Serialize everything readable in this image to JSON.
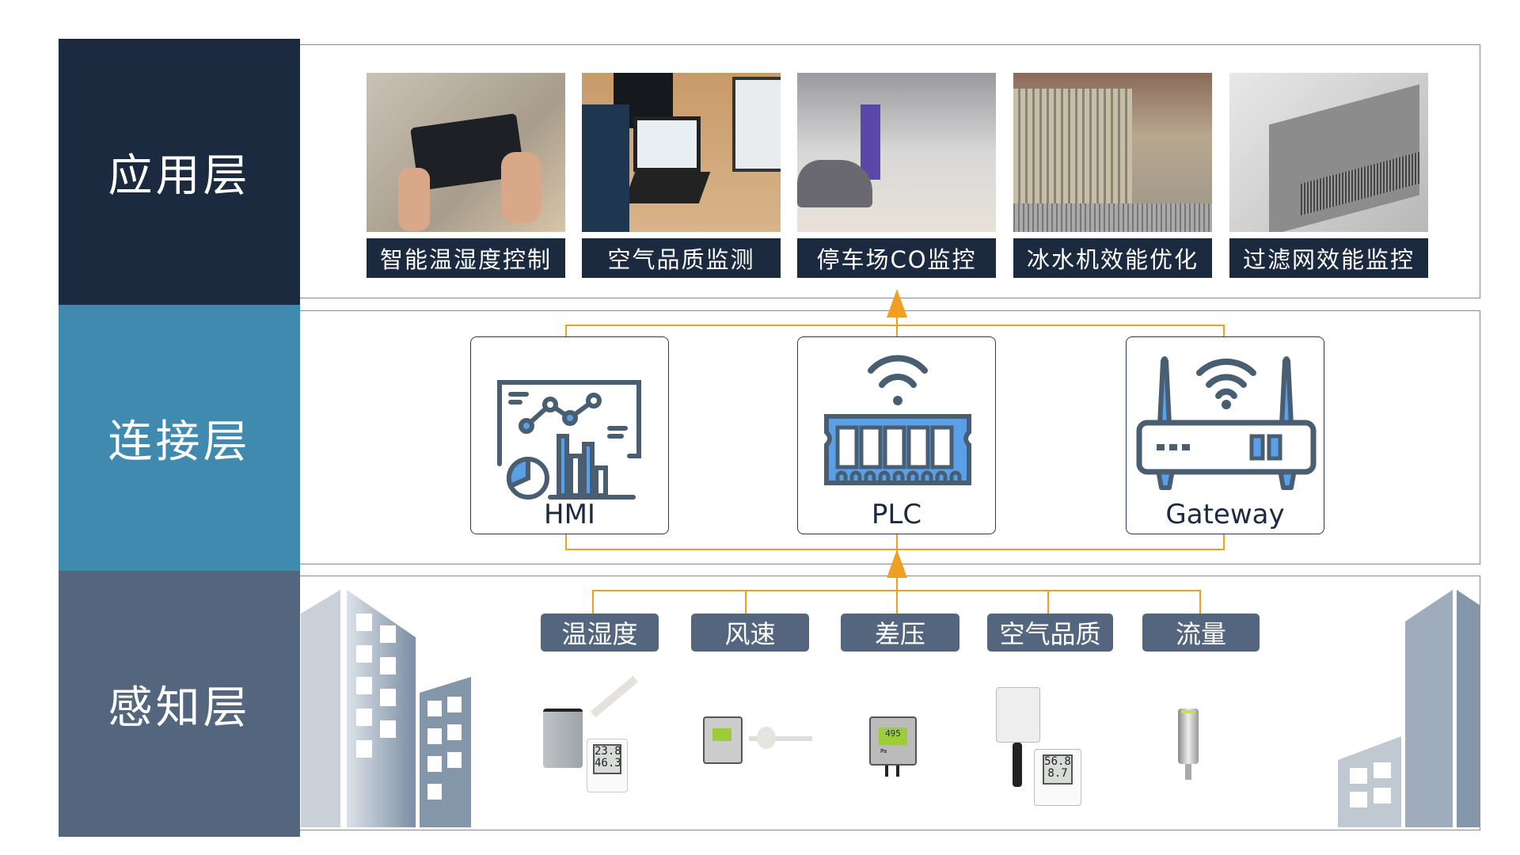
{
  "layers": [
    {
      "label": "应用层",
      "color": "#1c2a40"
    },
    {
      "label": "连接层",
      "color": "#3f8aae"
    },
    {
      "label": "感知层",
      "color": "#54667e"
    }
  ],
  "applications": [
    {
      "label": "智能温湿度控制",
      "photo": "tablet-smart-home"
    },
    {
      "label": "空气品质监测",
      "photo": "laptop-monitoring"
    },
    {
      "label": "停车场CO监控",
      "photo": "parking-garage"
    },
    {
      "label": "冰水机效能优化",
      "photo": "rooftop-chillers"
    },
    {
      "label": "过滤网效能监控",
      "photo": "duct-filter"
    }
  ],
  "devices": [
    {
      "label": "HMI",
      "icon": "hmi-dashboard-icon"
    },
    {
      "label": "PLC",
      "icon": "plc-memory-icon"
    },
    {
      "label": "Gateway",
      "icon": "router-gateway-icon"
    }
  ],
  "sensors": [
    {
      "label": "温湿度"
    },
    {
      "label": "风速"
    },
    {
      "label": "差压"
    },
    {
      "label": "空气品质"
    },
    {
      "label": "流量"
    }
  ],
  "sensor_readings": {
    "th_1": "23.8",
    "th_2": "46.3",
    "dp_1": "495",
    "dp_unit": "Pa",
    "aq_1": "56.8",
    "aq_2": "8.7"
  },
  "colors": {
    "accent": "#f0a020",
    "navy": "#1c2a40",
    "icon_blue": "#5aa0e8",
    "icon_stroke": "#4a5e72"
  }
}
